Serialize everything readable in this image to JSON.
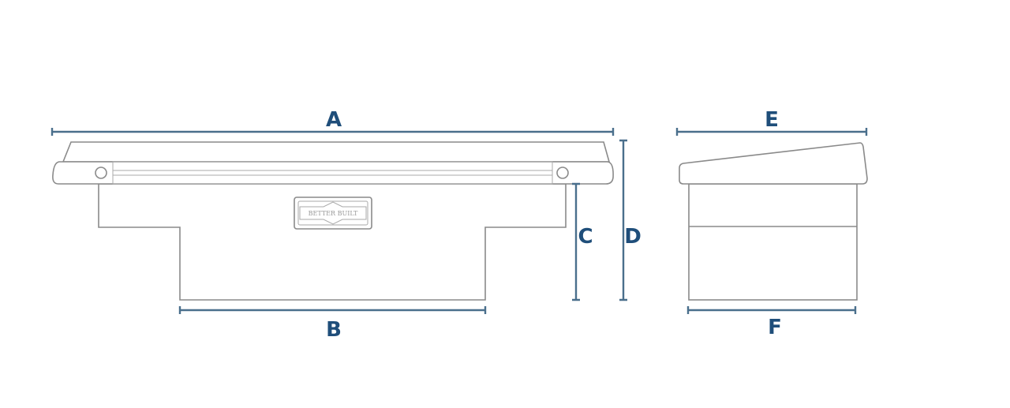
{
  "labels": {
    "a": "A",
    "b": "B",
    "c": "C",
    "d": "D",
    "e": "E",
    "f": "F"
  },
  "logo_text": "BETTER BUILT",
  "colors": {
    "dimension": "#4a6f8c",
    "label": "#1f4e7a",
    "outline": "#8a8a8a"
  }
}
